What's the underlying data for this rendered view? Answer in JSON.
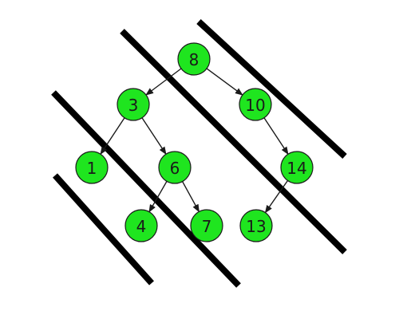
{
  "tree": {
    "nodes": [
      {
        "id": "n8",
        "label": "8"
      },
      {
        "id": "n3",
        "label": "3"
      },
      {
        "id": "n10",
        "label": "10"
      },
      {
        "id": "n1",
        "label": "1"
      },
      {
        "id": "n6",
        "label": "6"
      },
      {
        "id": "n14",
        "label": "14"
      },
      {
        "id": "n4",
        "label": "4"
      },
      {
        "id": "n7",
        "label": "7"
      },
      {
        "id": "n13",
        "label": "13"
      }
    ],
    "edges": [
      {
        "from": "n8",
        "to": "n3"
      },
      {
        "from": "n8",
        "to": "n10"
      },
      {
        "from": "n3",
        "to": "n1"
      },
      {
        "from": "n3",
        "to": "n6"
      },
      {
        "from": "n10",
        "to": "n14"
      },
      {
        "from": "n6",
        "to": "n4"
      },
      {
        "from": "n6",
        "to": "n7"
      },
      {
        "from": "n14",
        "to": "n13"
      }
    ]
  },
  "colors": {
    "node_fill": "#1fe51f",
    "node_stroke": "#1a1a1a",
    "edge": "#1a1a1a",
    "diagonal_line": "#000000",
    "background": "#ffffff"
  }
}
